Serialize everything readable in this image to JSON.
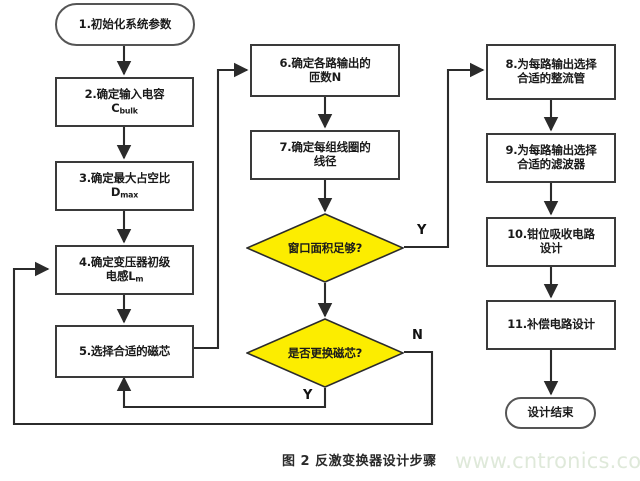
{
  "figure": {
    "caption": "图 2 反激变换器设计步骤",
    "watermark": "www.cntronics.com",
    "colors": {
      "decision_fill": "#fced00",
      "node_border": "#3a3a3a",
      "line": "#2b2b2b",
      "watermark": "#dfe9da",
      "background": "#ffffff"
    }
  },
  "nodes": {
    "start": {
      "label": "1.初始化系统参数",
      "shape": "terminator"
    },
    "step2": {
      "label": "2.确定输入电容",
      "sub_main": "C",
      "sub_text": "bulk",
      "shape": "process"
    },
    "step3": {
      "label": "3.确定最大占空比",
      "sub_main": "D",
      "sub_text": "max",
      "shape": "process"
    },
    "step4": {
      "line1": "4.确定变压器初级",
      "line2": "电感",
      "sub_main": "L",
      "sub_text": "m",
      "shape": "process"
    },
    "step5": {
      "label": "5.选择合适的磁芯",
      "shape": "process"
    },
    "step6": {
      "line1": "6.确定各路输出的",
      "line2": "匝数N",
      "shape": "process"
    },
    "step7": {
      "line1": "7.确定每组线圈的",
      "line2": "线径",
      "shape": "process"
    },
    "decision1": {
      "label": "窗口面积足够?",
      "shape": "decision"
    },
    "decision2": {
      "label": "是否更换磁芯?",
      "shape": "decision"
    },
    "step8": {
      "line1": "8.为每路输出选择",
      "line2": "合适的整流管",
      "shape": "process"
    },
    "step9": {
      "line1": "9.为每路输出选择",
      "line2": "合适的滤波器",
      "shape": "process"
    },
    "step10": {
      "line1": "10.钳位吸收电路",
      "line2": "设计",
      "shape": "process"
    },
    "step11": {
      "label": "11.补偿电路设计",
      "shape": "process"
    },
    "end": {
      "label": "设计结束",
      "shape": "terminator"
    }
  },
  "branch_labels": {
    "decision1_yes": "Y",
    "decision2_no": "N",
    "decision2_yes": "Y"
  }
}
